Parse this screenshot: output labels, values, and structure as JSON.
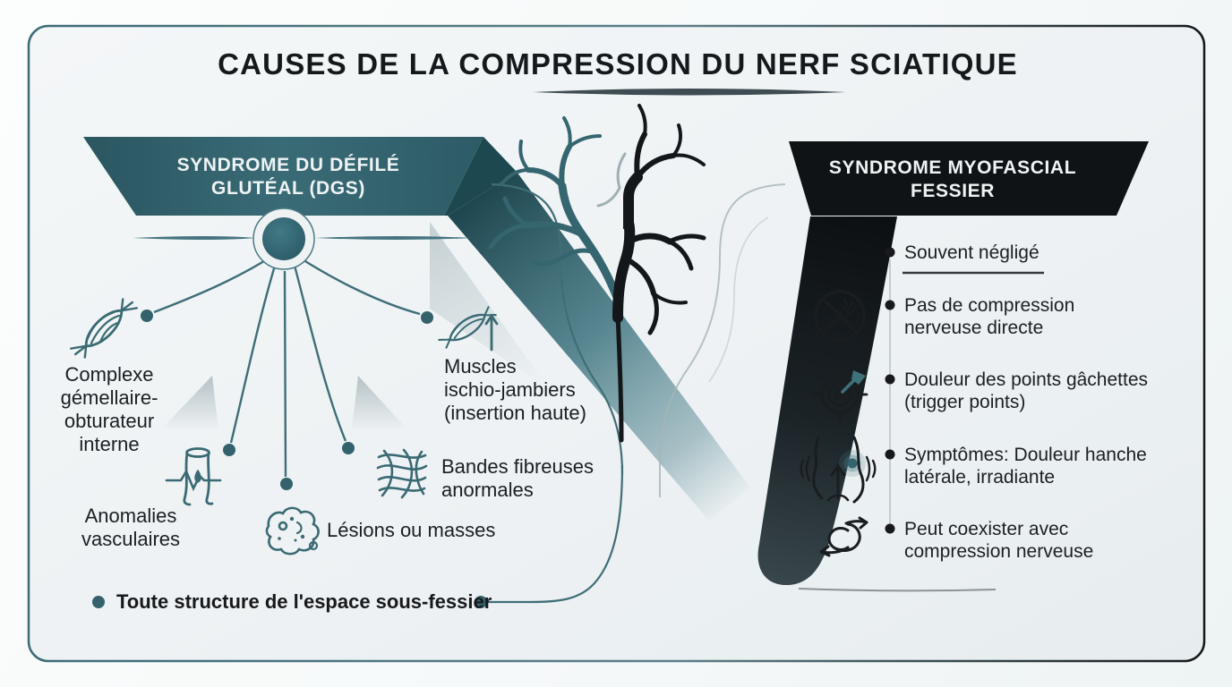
{
  "title": "CAUSES DE LA COMPRESSION DU NERF SCIATIQUE",
  "left_panel": {
    "banner": {
      "line1": "SYNDROME DU DÉFILÉ",
      "line2": "GLUTÉAL (DGS)"
    },
    "items": {
      "gemellaire": {
        "line1": "Complexe",
        "line2": "gémellaire-",
        "line3": "obturateur",
        "line4": "interne",
        "icon": "muscle-fibers-icon"
      },
      "ischio": {
        "line1": "Muscles",
        "line2": "ischio-jambiers",
        "line3": "(insertion haute)",
        "icon": "hamstring-muscle-icon"
      },
      "vasculaires": {
        "line1": "Anomalies",
        "line2": "vasculaires",
        "icon": "vascular-anomaly-icon"
      },
      "bandes": {
        "line1": "Bandes fibreuses",
        "line2": "anormales",
        "icon": "fibrous-bands-icon"
      },
      "lesions": {
        "line1": "Lésions ou masses",
        "icon": "mass-lesion-icon"
      }
    },
    "footer_bullet": "Toute structure de l'espace sous-fessier"
  },
  "right_panel": {
    "banner": {
      "line1": "SYNDROME MYOFASCIAL",
      "line2": "FESSIER"
    },
    "items": {
      "item1": {
        "line1": "Souvent négligé"
      },
      "item2": {
        "line1": "Pas de compression",
        "line2": "nerveuse directe",
        "icon": "no-nerve-compression-icon"
      },
      "item3": {
        "line1": "Douleur des points gâchettes",
        "line2": "(trigger points)",
        "icon": "trigger-point-target-icon"
      },
      "item4": {
        "line1": "Symptômes: Douleur hanche",
        "line2": "latérale, irradiante",
        "icon": "hip-pain-icon"
      },
      "item5": {
        "line1": "Peut coexister avec",
        "line2": "compression nerveuse",
        "icon": "coexist-cycle-icon"
      }
    }
  },
  "center": {
    "illustration": "sciatic-nerve-tree-icon"
  },
  "colors": {
    "teal": "#35656f",
    "teal_dark": "#24505a",
    "black": "#14171a",
    "text": "#1c1f22",
    "background": "#eef2f3",
    "line": "#3f6e78"
  }
}
